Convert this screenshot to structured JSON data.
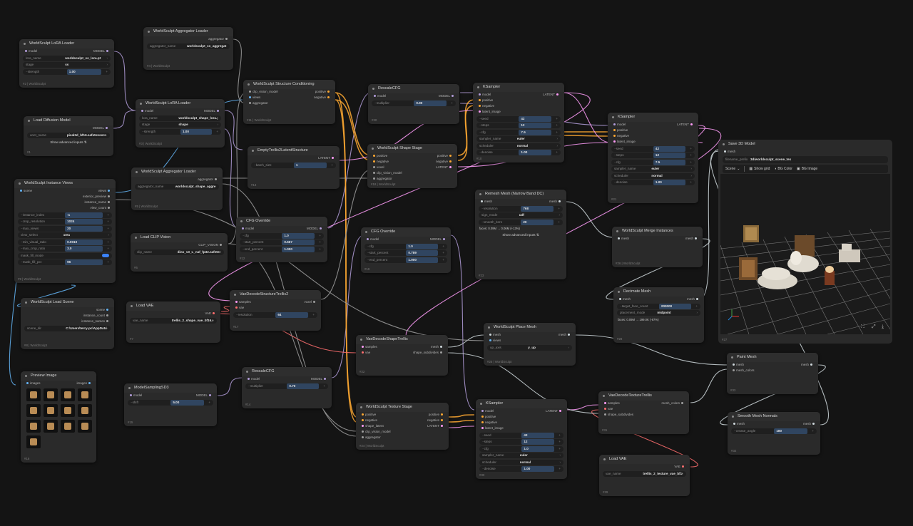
{
  "nodes": {
    "n1": {
      "title": "WorldSculpt LoRA Loader",
      "inputs": [
        "model"
      ],
      "outputs": [
        "MODEL"
      ],
      "widgets": [
        {
          "k": "lora_name",
          "v": "worldsculpt_ss_lora.pt"
        },
        {
          "k": "stage",
          "v": "ss"
        },
        {
          "k": "strength",
          "v": "1.00"
        }
      ],
      "id": "#2",
      "tag": "WorldSculpt"
    },
    "n2": {
      "title": "Load Diffusion Model",
      "outputs": [
        "MODEL"
      ],
      "widgets": [
        {
          "k": "unet_name",
          "v": "pixal3d_bf16.safetensors"
        }
      ],
      "id": "#1",
      "btn": "Show advanced inputs ⇅"
    },
    "n3": {
      "title": "WorldSculpt Instance Views",
      "inputs": [
        "scene"
      ],
      "outputs": [
        "views",
        "exterior_preview",
        "instance_name",
        "view_count"
      ],
      "widgets": [
        {
          "k": "instance_index",
          "v": "-1"
        },
        {
          "k": "crop_resolution",
          "v": "1024"
        },
        {
          "k": "max_views",
          "v": "20"
        },
        {
          "k": "view_select",
          "v": "area"
        },
        {
          "k": "min_visual_ratio",
          "v": "0.0010"
        },
        {
          "k": "max_crop_ratio",
          "v": "3.0"
        },
        {
          "k": "mask_fill_mode",
          "v": ""
        },
        {
          "k": "mask_fill_pct",
          "v": "96"
        }
      ],
      "id": "#9",
      "tag": "WorldSculpt"
    },
    "n4": {
      "title": "WorldSculpt Load Scene",
      "outputs": [
        "scene",
        "instance_count",
        "instance_names"
      ],
      "widgets": [
        {
          "k": "scene_dir",
          "v": "C:\\Users\\terry-pc\\AppData\\Local\\..."
        }
      ],
      "id": "#8",
      "tag": "WorldSculpt"
    },
    "n5": {
      "title": "Preview Image",
      "inputs": [
        "images"
      ],
      "outputs": [
        "images"
      ],
      "id": "#16"
    },
    "n6": {
      "title": "WorldSculpt Aggregator Loader",
      "outputs": [
        "aggregator"
      ],
      "widgets": [
        {
          "k": "aggregator_name",
          "v": "worldsculpt_ss_aggregator.pt"
        }
      ],
      "id": "#4",
      "tag": "WorldSculpt"
    },
    "n7": {
      "title": "WorldSculpt LoRA Loader",
      "inputs": [
        "model"
      ],
      "outputs": [
        "MODEL"
      ],
      "widgets": [
        {
          "k": "lora_name",
          "v": "worldsculpt_shape_lora.pt"
        },
        {
          "k": "stage",
          "v": "shape"
        },
        {
          "k": "strength",
          "v": "1.00"
        }
      ],
      "id": "#3",
      "tag": "WorldSculpt"
    },
    "n8": {
      "title": "WorldSculpt Aggregator Loader",
      "outputs": [
        "aggregator"
      ],
      "widgets": [
        {
          "k": "aggregator_name",
          "v": "worldsculpt_shape_aggreg..."
        }
      ],
      "id": "#5",
      "tag": "WorldSculpt"
    },
    "n9": {
      "title": "Load CLIP Vision",
      "outputs": [
        "CLIP_VISION"
      ],
      "widgets": [
        {
          "k": "clip_name",
          "v": "dino_v3_L_naf_fp32.safetensors"
        }
      ],
      "id": "#6"
    },
    "n10": {
      "title": "Load VAE",
      "outputs": [
        "VAE"
      ],
      "widgets": [
        {
          "k": "vae_name",
          "v": "trellis_2_shape_vae_bf16.safe..."
        }
      ],
      "id": "#7"
    },
    "n11": {
      "title": "ModelSamplingSD3",
      "inputs": [
        "model"
      ],
      "outputs": [
        "MODEL"
      ],
      "widgets": [
        {
          "k": "shift",
          "v": "5.00"
        }
      ],
      "id": "#15"
    },
    "n12": {
      "title": "WorldSculpt Structure Conditioning",
      "inputs": [
        "clip_vision_model",
        "views",
        "aggregator"
      ],
      "outputs": [
        "positive",
        "negative"
      ],
      "id": "#11",
      "tag": "WorldSculpt"
    },
    "n13": {
      "title": "EmptyTrellis2LatentStructure",
      "outputs": [
        "LATENT"
      ],
      "widgets": [
        {
          "k": "batch_size",
          "v": "1"
        }
      ],
      "id": "#13"
    },
    "n14": {
      "title": "CFG Override",
      "inputs": [
        "model"
      ],
      "outputs": [
        "MODEL"
      ],
      "widgets": [
        {
          "k": "cfg",
          "v": "1.0"
        },
        {
          "k": "start_percent",
          "v": "0.667"
        },
        {
          "k": "end_percent",
          "v": "1.000"
        }
      ],
      "id": "#12"
    },
    "n15": {
      "title": "VaeDecodeStructureTrellis2",
      "inputs": [
        "samples",
        "vae"
      ],
      "outputs": [
        "voxel"
      ],
      "widgets": [
        {
          "k": "resolution",
          "v": "64"
        }
      ],
      "id": "#17"
    },
    "n16": {
      "title": "RescaleCFG",
      "inputs": [
        "model"
      ],
      "outputs": [
        "MODEL"
      ],
      "widgets": [
        {
          "k": "multiplier",
          "v": "0.70"
        }
      ],
      "id": "#14"
    },
    "n17": {
      "title": "RescaleCFG",
      "inputs": [
        "model"
      ],
      "outputs": [
        "MODEL"
      ],
      "widgets": [
        {
          "k": "multiplier",
          "v": "0.90"
        }
      ],
      "id": "#20"
    },
    "n18": {
      "title": "WorldSculpt Shape Stage",
      "inputs": [
        "positive",
        "negative",
        "voxel",
        "clip_vision_model",
        "aggregator"
      ],
      "outputs": [
        "positive",
        "negative",
        "LATENT"
      ],
      "id": "#18",
      "tag": "WorldSculpt"
    },
    "n19": {
      "title": "CFG Override",
      "inputs": [
        "model"
      ],
      "outputs": [
        "MODEL"
      ],
      "widgets": [
        {
          "k": "cfg",
          "v": "1.0"
        },
        {
          "k": "start_percent",
          "v": "0.789"
        },
        {
          "k": "end_percent",
          "v": "1.000"
        }
      ],
      "id": "#19"
    },
    "n20": {
      "title": "VaeDecodeShapeTrellis",
      "inputs": [
        "samples",
        "vae"
      ],
      "outputs": [
        "mesh",
        "shape_subdivides"
      ],
      "id": "#22"
    },
    "n21": {
      "title": "WorldSculpt Texture Stage",
      "inputs": [
        "positive",
        "negative",
        "shape_latent",
        "clip_vision_model",
        "aggregator"
      ],
      "outputs": [
        "positive",
        "negative",
        "LATENT"
      ],
      "id": "#24",
      "tag": "WorldSculpt"
    },
    "n22": {
      "title": "KSampler",
      "inputs": [
        "model",
        "positive",
        "negative",
        "latent_image"
      ],
      "outputs": [
        "LATENT"
      ],
      "widgets": [
        {
          "k": "seed",
          "v": "42"
        },
        {
          "k": "steps",
          "v": "12"
        },
        {
          "k": "cfg",
          "v": "7.5"
        },
        {
          "k": "sampler_name",
          "v": "euler"
        },
        {
          "k": "scheduler",
          "v": "normal"
        },
        {
          "k": "denoise",
          "v": "1.00"
        }
      ],
      "id": "#10"
    },
    "n23": {
      "title": "Remesh Mesh (Narrow Band DC)",
      "inputs": [
        "mesh"
      ],
      "outputs": [
        "mesh"
      ],
      "widgets": [
        {
          "k": "resolution",
          "v": "768"
        },
        {
          "k": "sign_mode",
          "v": "udf"
        },
        {
          "k": "smooth_iters",
          "v": "20"
        }
      ],
      "note": "faces: 0.09M → 0.06M (+13%)",
      "id": "#23",
      "btn": "Show advanced inputs ⇅"
    },
    "n24": {
      "title": "WorldSculpt Place Mesh",
      "inputs": [
        "mesh",
        "views"
      ],
      "outputs": [
        "mesh"
      ],
      "widgets": [
        {
          "k": "up_axis",
          "v": "y_up"
        }
      ],
      "id": "#25",
      "tag": "WorldSculpt"
    },
    "n25": {
      "title": "KSampler",
      "inputs": [
        "model",
        "positive",
        "negative",
        "latent_image"
      ],
      "outputs": [
        "LATENT"
      ],
      "widgets": [
        {
          "k": "seed",
          "v": "43"
        },
        {
          "k": "steps",
          "v": "12"
        },
        {
          "k": "cfg",
          "v": "1.0"
        },
        {
          "k": "sampler_name",
          "v": "euler"
        },
        {
          "k": "scheduler",
          "v": "normal"
        },
        {
          "k": "denoise",
          "v": "1.00"
        }
      ],
      "id": "#30"
    },
    "n26": {
      "title": "KSampler",
      "inputs": [
        "model",
        "positive",
        "negative",
        "latent_image"
      ],
      "outputs": [
        "LATENT"
      ],
      "widgets": [
        {
          "k": "seed",
          "v": "42"
        },
        {
          "k": "steps",
          "v": "12"
        },
        {
          "k": "cfg",
          "v": "7.5"
        },
        {
          "k": "sampler_name",
          "v": "euler"
        },
        {
          "k": "scheduler",
          "v": "normal"
        },
        {
          "k": "denoise",
          "v": "1.00"
        }
      ],
      "id": "#21"
    },
    "n27": {
      "title": "WorldSculpt Merge Instances",
      "inputs": [
        "mesh"
      ],
      "outputs": [
        "mesh"
      ],
      "id": "#26",
      "tag": "WorldSculpt"
    },
    "n28": {
      "title": "Decimate Mesh",
      "inputs": [
        "mesh"
      ],
      "outputs": [
        "mesh"
      ],
      "widgets": [
        {
          "k": "target_face_count",
          "v": "200000"
        },
        {
          "k": "placement_mode",
          "v": "midpoint"
        }
      ],
      "note": "faces: 0.09M → 199.0K (-67%)",
      "id": "#28"
    },
    "n29": {
      "title": "VaeDecodeTextureTrellis",
      "inputs": [
        "samples",
        "vae",
        "shape_subdivides"
      ],
      "outputs": [
        "mesh_colors"
      ],
      "id": "#31"
    },
    "n30": {
      "title": "Load VAE",
      "outputs": [
        "VAE"
      ],
      "widgets": [
        {
          "k": "vae_name",
          "v": "trellis_2_texture_vae_bf16.saf..."
        }
      ],
      "id": "#29"
    },
    "n31": {
      "title": "Paint Mesh",
      "inputs": [
        "mesh",
        "mesh_colors"
      ],
      "outputs": [
        "mesh"
      ],
      "id": "#33"
    },
    "n32": {
      "title": "Smooth Mesh Normals",
      "inputs": [
        "mesh"
      ],
      "outputs": [
        "mesh"
      ],
      "widgets": [
        {
          "k": "crease_angle",
          "v": "180"
        }
      ],
      "id": "#32"
    }
  },
  "viewer": {
    "title": "Save 3D Model",
    "input": "mesh",
    "prefix_label": "filename_prefix",
    "prefix_value": "3d/worldsculpt_scene_tex",
    "scene": "Scene",
    "show_grid": "Show grid",
    "bg_color": "BG Color",
    "bg_image": "BG Image",
    "id": "#27"
  },
  "colors": {
    "model": "#b39ddb",
    "cond": "#ffa931",
    "latent": "#ff9cf9",
    "vae": "#ff6e6e",
    "image": "#64b5f6",
    "mesh": "#cfd8dc",
    "other": "#9e9e9e"
  }
}
